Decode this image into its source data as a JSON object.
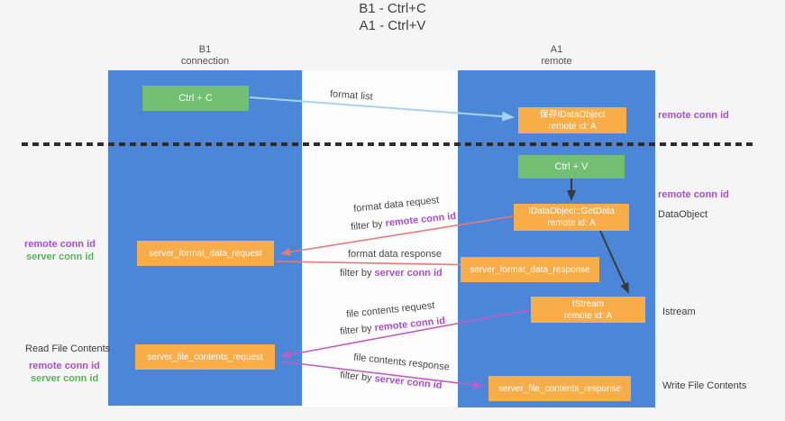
{
  "title": {
    "line1": "B1 - Ctrl+C",
    "line2": "A1 - Ctrl+V"
  },
  "columns": {
    "left": {
      "title": "B1",
      "subtitle": "connection"
    },
    "right": {
      "title": "A1",
      "subtitle": "remote"
    }
  },
  "boxes": {
    "ctrl_c": {
      "label": "Ctrl + C"
    },
    "ctrl_v": {
      "label": "Ctrl + V"
    },
    "save_dataobject": {
      "line1": "保存IDataObject",
      "line2": "remote id: A"
    },
    "getdata": {
      "line1": "IDataObject::GetData",
      "line2": "remote id: A"
    },
    "istream": {
      "line1": "IStream",
      "line2": "remote id: A"
    },
    "format_request": {
      "label": "server_format_data_request"
    },
    "format_response": {
      "label": "server_format_data_response"
    },
    "file_request": {
      "label": "server_file_contents_request"
    },
    "file_response": {
      "label": "server_file_contents_response"
    }
  },
  "arrow_labels": {
    "format_list": "format list",
    "format_data_request": "format data request",
    "format_data_response": "format data response",
    "file_contents_request": "file contents request",
    "file_contents_response": "file contents response",
    "filter_by": "filter by",
    "remote_conn_id": "remote conn id",
    "server_conn_id": "server conn id"
  },
  "side_labels": {
    "remote_conn_id": "remote conn id",
    "server_conn_id": "server conn id",
    "dataobject": "DataObject",
    "istream": "Istream",
    "read_file_contents": "Read File Contents",
    "write_file_contents": "Write File Contents"
  },
  "colors": {
    "column_blue": "#4b86d8",
    "box_green": "#72bf72",
    "box_orange": "#f9ad49",
    "arrow_light_blue": "#a6d3f2",
    "arrow_red": "#e87a7a",
    "arrow_magenta": "#c45cc6",
    "arrow_black": "#3a3a3a",
    "conn_id_purple": "#a84fc8",
    "conn_id_green": "#58b558",
    "divider_black": "#2d2d2d"
  }
}
